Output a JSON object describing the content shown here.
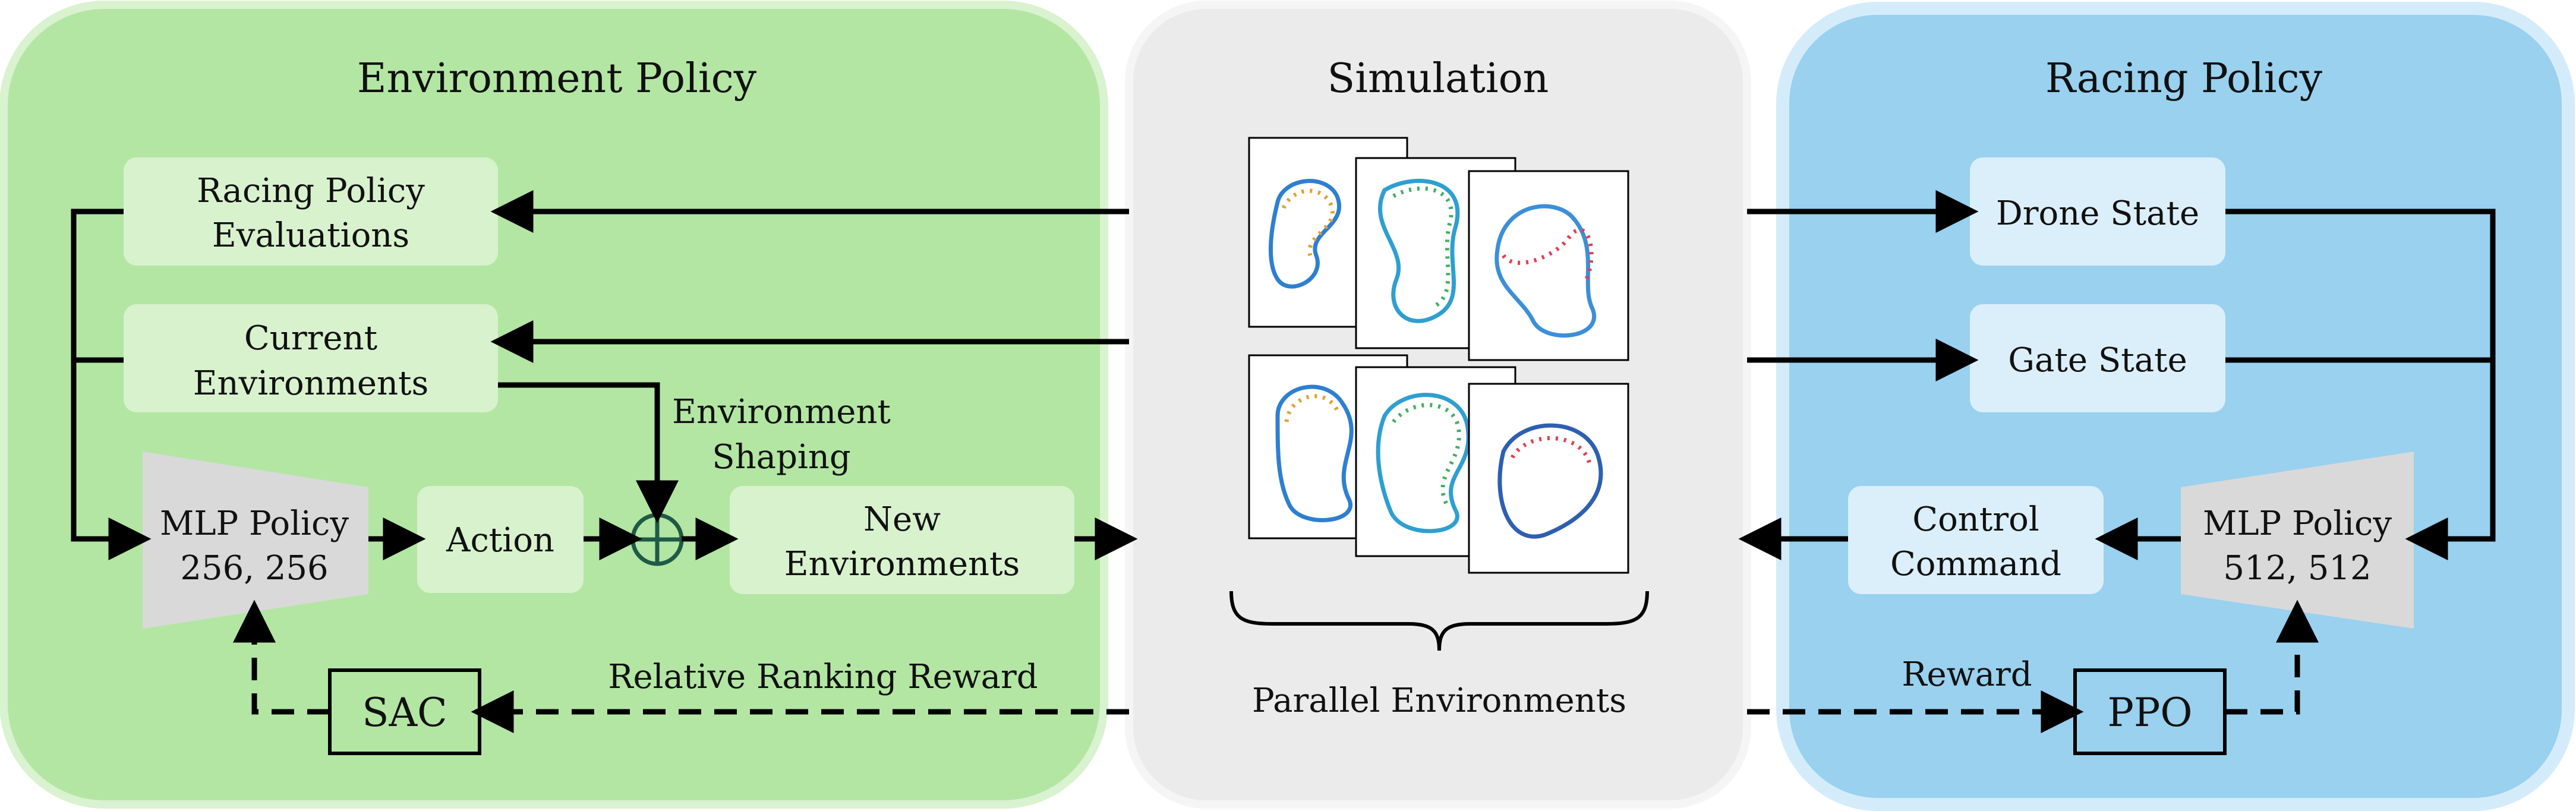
{
  "env_policy": {
    "title": "Environment Policy",
    "eval_line1": "Racing Policy",
    "eval_line2": "Evaluations",
    "current_line1": "Current",
    "current_line2": "Environments",
    "mlp_line1": "MLP Policy",
    "mlp_line2": "256, 256",
    "action": "Action",
    "new_line1": "New",
    "new_line2": "Environments",
    "shaping_line1": "Environment",
    "shaping_line2": "Shaping",
    "algorithm": "SAC",
    "reward_label": "Relative Ranking Reward"
  },
  "simulation": {
    "title": "Simulation",
    "caption": "Parallel Environments"
  },
  "racing_policy": {
    "title": "Racing Policy",
    "drone_state": "Drone State",
    "gate_state": "Gate State",
    "mlp_line1": "MLP Policy",
    "mlp_line2": "512, 512",
    "control_line1": "Control",
    "control_line2": "Command",
    "algorithm": "PPO",
    "reward_label": "Reward"
  },
  "colors": {
    "env_panel": "#b3e6a3",
    "env_panel_border": "#d9f2cf",
    "env_box": "#d8f2cd",
    "sim_panel": "#ebebeb",
    "sim_panel_border": "#f5f5f5",
    "race_panel": "#99d1ef",
    "race_panel_border": "#d4ecfa",
    "race_box": "#dbeffa",
    "mlp": "#d9d9d9",
    "arrow": "#000000",
    "xor_stroke": "#1e5a46"
  }
}
